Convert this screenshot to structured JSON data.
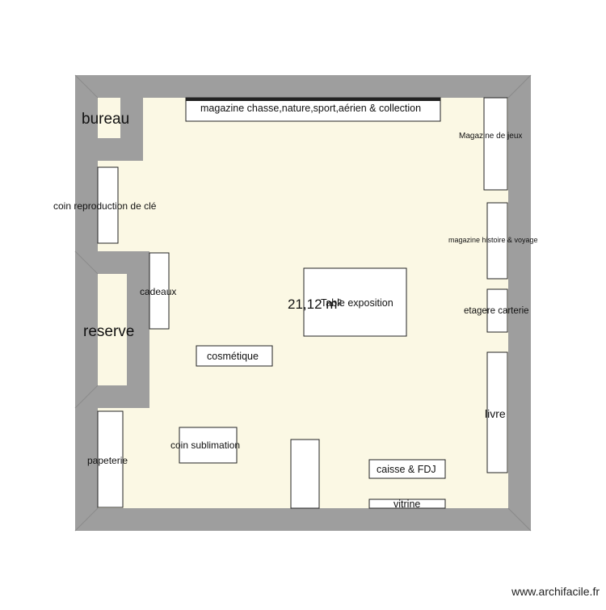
{
  "plan": {
    "area_label": "21,12 m²",
    "colors": {
      "wall": "#9e9e9e",
      "floor": "#fbf8e4",
      "furniture": "#ffffff",
      "outline": "#222222"
    },
    "rooms": [
      {
        "id": "bureau",
        "label": "bureau"
      },
      {
        "id": "reserve",
        "label": "reserve"
      }
    ],
    "furniture": [
      {
        "id": "magazine-chasse",
        "label": "magazine chasse,nature,sport,aérien & collection"
      },
      {
        "id": "magazine-jeux",
        "label": "Magazine de jeux"
      },
      {
        "id": "coin-cle",
        "label": "coin reproduction de clé"
      },
      {
        "id": "magazine-histoire",
        "label": "magazine histoire & voyage"
      },
      {
        "id": "cadeaux",
        "label": "cadeaux"
      },
      {
        "id": "table-exposition",
        "label": "Table exposition"
      },
      {
        "id": "etagere-carterie",
        "label": "etagere carterie"
      },
      {
        "id": "cosmetique",
        "label": "cosmétique"
      },
      {
        "id": "livre",
        "label": "livre"
      },
      {
        "id": "coin-sublimation",
        "label": "coin sublimation"
      },
      {
        "id": "papeterie",
        "label": "papeterie"
      },
      {
        "id": "caisse",
        "label": "caisse & FDJ"
      },
      {
        "id": "vitrine",
        "label": "vitrine"
      }
    ]
  },
  "watermark": "www.archifacile.fr"
}
